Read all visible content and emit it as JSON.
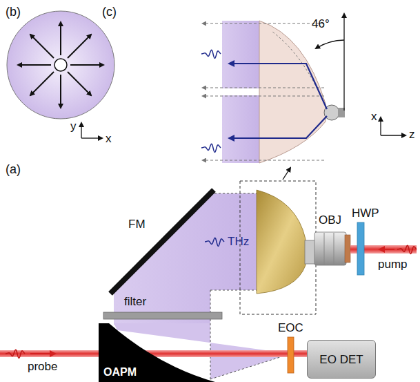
{
  "diagram": {
    "nodes": [
      {
        "text": [
          "EO DET"
        ]
      },
      {
        "text": [
          "OAPM"
        ]
      }
    ],
    "labels": [
      "(b)",
      "(c)",
      "y",
      "x",
      "46°",
      "x",
      "z",
      "(a)",
      "FM",
      "THz",
      "OBJ",
      "HWP",
      "pump",
      "filter",
      "EOC",
      "probe"
    ]
  }
}
